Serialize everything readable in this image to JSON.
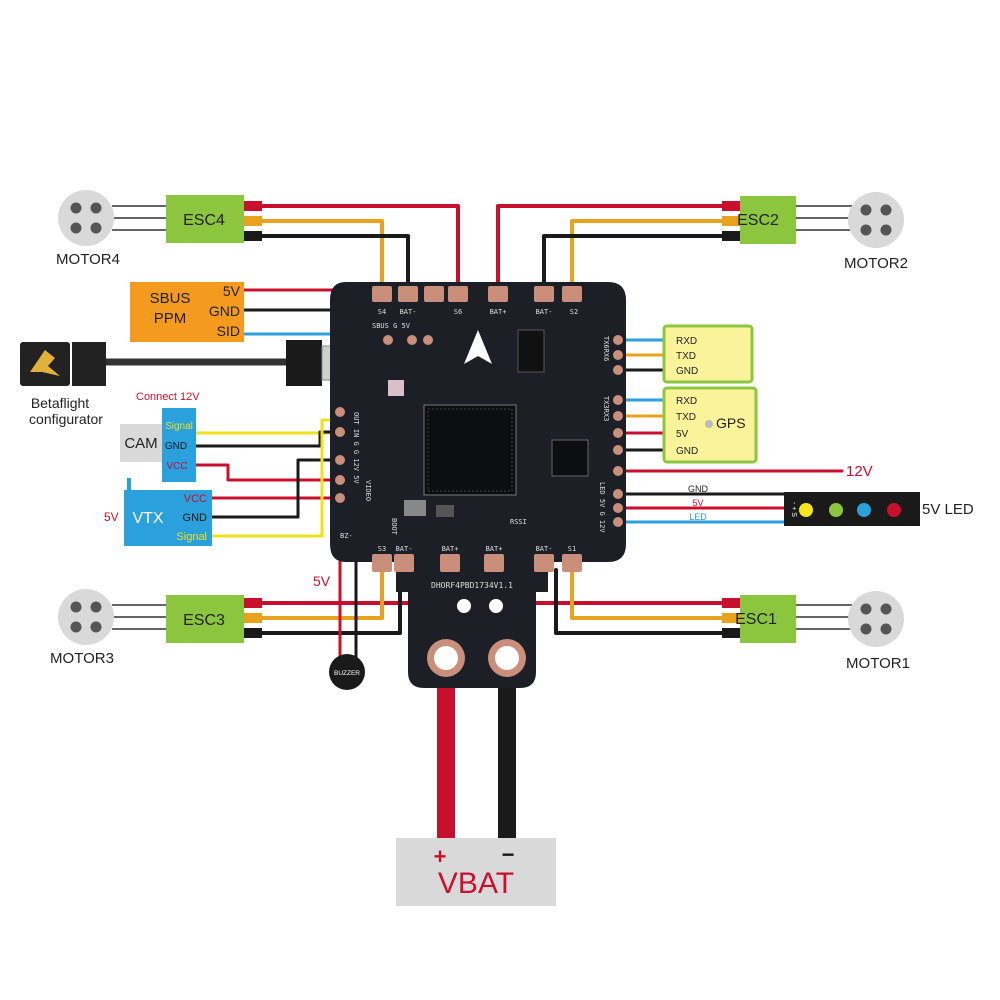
{
  "motors": {
    "m4": "MOTOR4",
    "m2": "MOTOR2",
    "m3": "MOTOR3",
    "m1": "MOTOR1"
  },
  "escs": {
    "esc4": "ESC4",
    "esc2": "ESC2",
    "esc3": "ESC3",
    "esc1": "ESC1"
  },
  "sbus": {
    "title_line1": "SBUS",
    "title_line2": "PPM",
    "pin_5v": "5V",
    "pin_gnd": "GND",
    "pin_sid": "SID"
  },
  "betaflight": {
    "line1": "Betaflight",
    "line2": "configurator"
  },
  "cam": {
    "label": "CAM",
    "note": "Connect 12V",
    "pin_signal": "Signal",
    "pin_gnd": "GND",
    "pin_vcc": "VCC"
  },
  "vtx": {
    "label": "VTX",
    "side_label": "5V",
    "pin_vcc": "VCC",
    "pin_gnd": "GND",
    "pin_signal": "Signal"
  },
  "uart_module": {
    "rxd": "RXD",
    "txd": "TXD",
    "gnd": "GND"
  },
  "gps": {
    "label": "GPS",
    "rxd": "RXD",
    "txd": "TXD",
    "v5": "5V",
    "gnd": "GND"
  },
  "power": {
    "label_12v": "12V",
    "label_5v": "5V"
  },
  "led": {
    "title": "5V LED",
    "wire_gnd": "GND",
    "wire_5v": "5V",
    "wire_led": "LED",
    "pins": "- + S"
  },
  "buzzer": {
    "label": "BUZZER"
  },
  "vbat": {
    "label": "VBAT",
    "plus": "+",
    "minus": "−"
  },
  "board": {
    "pad_s4": "S4",
    "pad_bat_top": "BAT-",
    "pad_s6": "S6",
    "pad_batp_top": "BAT+",
    "pad_batm_top": "BAT-",
    "pad_s2": "S2",
    "pad_s3": "S3",
    "pad_bat_bl": "BAT-",
    "pad_batp_b1": "BAT+",
    "pad_batp_b2": "BAT+",
    "pad_bat_br": "BAT-",
    "pad_s1": "S1",
    "uart_label": "TX6RX6",
    "uart2_label": "TX3RX3",
    "left_pins": "OUT IN G G 12V 5V",
    "video": "VIDEO",
    "boot": "BOOT",
    "rssi": "RSSI",
    "bz": "BZ-",
    "sbus_row": "SBUS G 5V",
    "right_pins": "LED 5V G 12V",
    "model": "DHORF4PBD1734V1.1"
  },
  "colors": {
    "red_wire": "#c8102e",
    "orange_wire": "#e8a21e",
    "black_wire": "#1a1a1a",
    "blue_wire": "#2aa0dc",
    "yellow_wire": "#f0e01e",
    "esc_green": "#8cc63f",
    "sbus_orange": "#f39a1f",
    "module_yellow": "#fbf39a",
    "module_blue": "#2aa0dc",
    "pcb": "#1c1f26",
    "pad": "#c98f7a"
  }
}
